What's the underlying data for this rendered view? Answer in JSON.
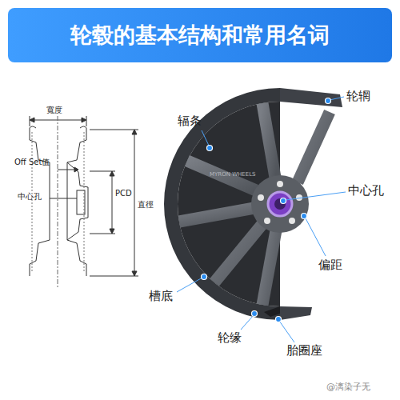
{
  "diagram": {
    "title": "轮毂的基本结构和常用名词",
    "labels": [
      "寬度",
      "Off Set值",
      "中心孔",
      "PCD",
      "直徑",
      "辐条",
      "轮辋",
      "中心孔",
      "偏距",
      "槽底",
      "轮缘",
      "胎圈座",
      "MYRON WHEELS",
      "@漓染子无"
    ]
  }
}
